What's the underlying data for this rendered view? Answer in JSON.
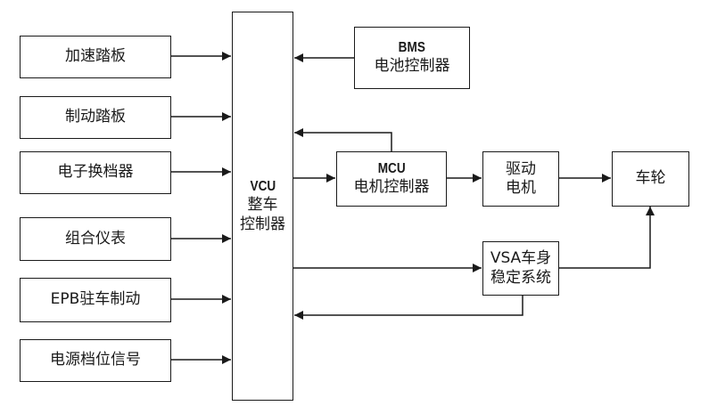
{
  "diagram": {
    "inputs": [
      {
        "id": "accel-pedal",
        "label": "加速踏板"
      },
      {
        "id": "brake-pedal",
        "label": "制动踏板"
      },
      {
        "id": "e-shifter",
        "label": "电子换档器"
      },
      {
        "id": "instrument-cluster",
        "label": "组合仪表"
      },
      {
        "id": "epb",
        "label": "EPB驻车制动"
      },
      {
        "id": "power-gear-signal",
        "label": "电源档位信号"
      }
    ],
    "vcu": {
      "line1": "VCU",
      "line2": "整车",
      "line3": "控制器"
    },
    "bms": {
      "line1": "BMS",
      "line2": "电池控制器"
    },
    "mcu": {
      "line1": "MCU",
      "line2": "电机控制器"
    },
    "motor": {
      "line1": "驱动",
      "line2": "电机"
    },
    "wheel": {
      "label": "车轮"
    },
    "vsa": {
      "line1": "VSA车身",
      "line2": "稳定系统"
    },
    "stroke_color": "#1a1a1a",
    "edges": [
      {
        "from": "加速踏板",
        "to": "VCU"
      },
      {
        "from": "制动踏板",
        "to": "VCU"
      },
      {
        "from": "电子换档器",
        "to": "VCU"
      },
      {
        "from": "组合仪表",
        "to": "VCU"
      },
      {
        "from": "EPB驻车制动",
        "to": "VCU"
      },
      {
        "from": "电源档位信号",
        "to": "VCU"
      },
      {
        "from": "BMS",
        "to": "VCU"
      },
      {
        "from": "MCU",
        "to": "VCU"
      },
      {
        "from": "VCU",
        "to": "MCU"
      },
      {
        "from": "MCU",
        "to": "驱动电机"
      },
      {
        "from": "驱动电机",
        "to": "车轮"
      },
      {
        "from": "VCU",
        "to": "VSA"
      },
      {
        "from": "VSA",
        "to": "VCU"
      },
      {
        "from": "VSA",
        "to": "车轮"
      }
    ]
  }
}
